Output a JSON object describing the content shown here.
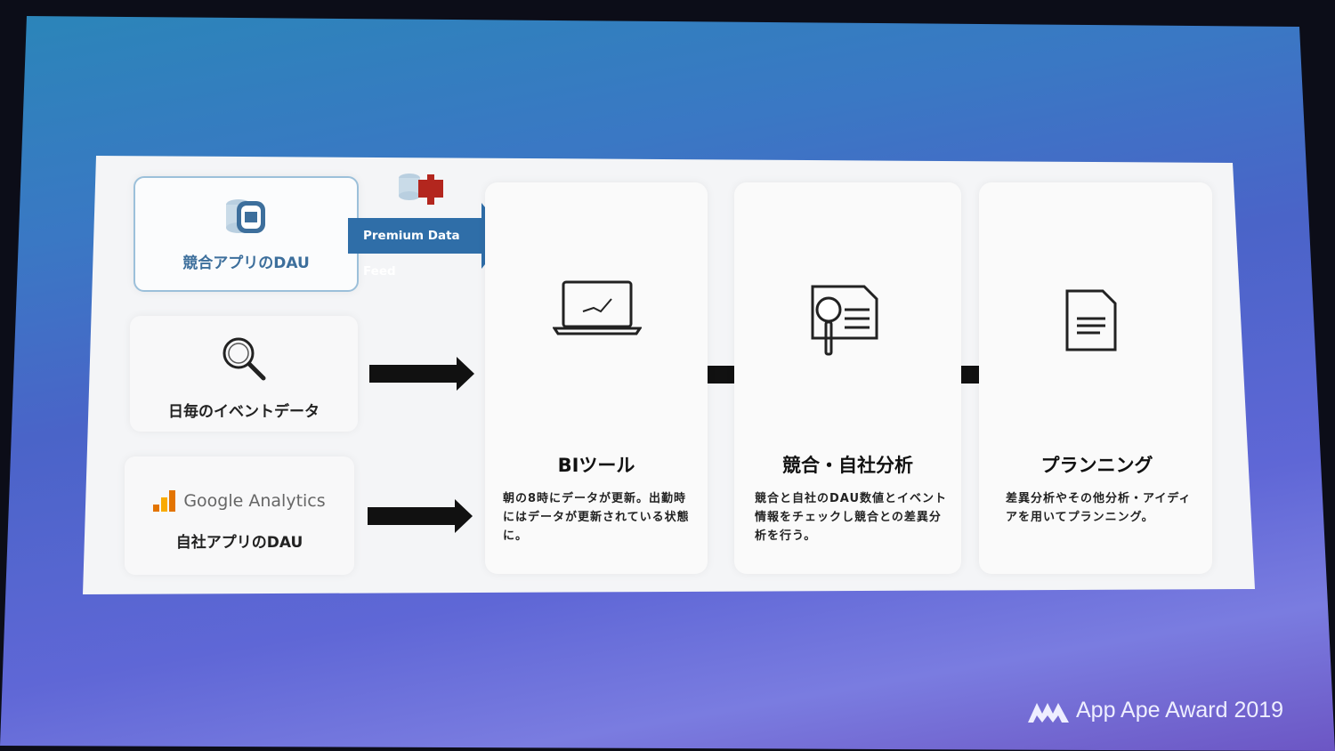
{
  "sources": [
    {
      "label": "競合アプリのDAU",
      "icon": "database-app-icon"
    },
    {
      "label": "日毎のイベントデータ",
      "icon": "magnifier-icon"
    },
    {
      "label": "自社アプリのDAU",
      "logo_text": "Google Analytics",
      "icon": "google-analytics-icon"
    }
  ],
  "feed": {
    "label": "Premium Data Feed",
    "icon": "aws-redshift-icon"
  },
  "steps": [
    {
      "title": "BIツール",
      "desc": "朝の8時にデータが更新。出勤時にはデータが更新されている状態に。",
      "icon": "laptop-chart-icon"
    },
    {
      "title": "競合・自社分析",
      "desc": "競合と自社のDAU数値とイベント情報をチェックし競合との差異分析を行う。",
      "icon": "document-search-icon"
    },
    {
      "title": "プランニング",
      "desc": "差異分析やその他分析・アイディアを用いてプランニング。",
      "icon": "document-icon"
    }
  ],
  "brand": "App Ape Award 2019",
  "colors": {
    "accent": "#2f6ea8",
    "redshift": "#b3261e"
  }
}
